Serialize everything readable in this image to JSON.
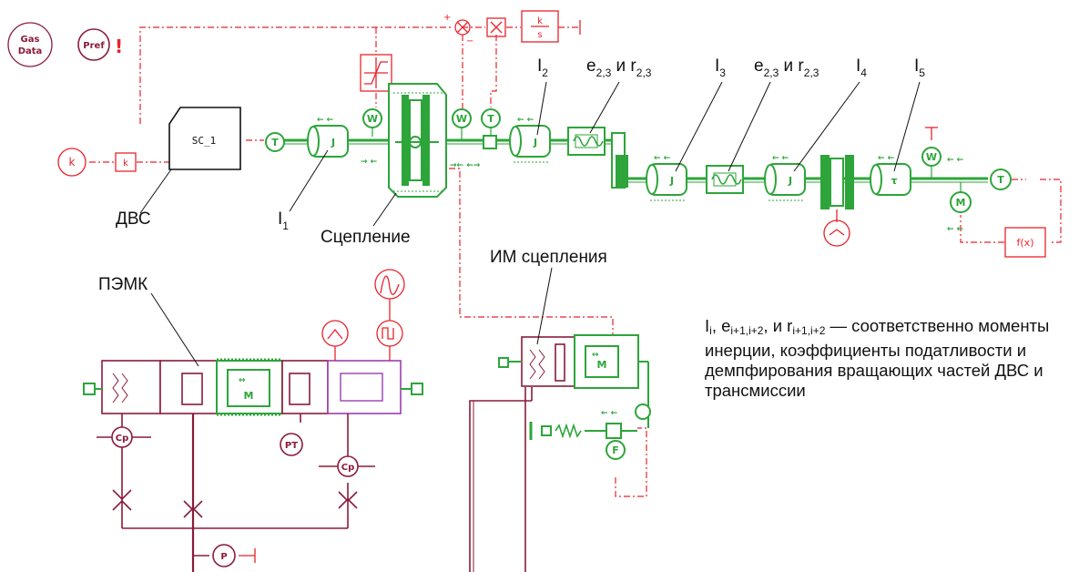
{
  "labels": {
    "engine": "ДВС",
    "clutch": "Сцепление",
    "pemk": "ПЭМК",
    "clutch_actuator": "ИМ сцепления",
    "inertia_1": "I",
    "inertia_1_sub": "1",
    "inertia_2": "I",
    "inertia_2_sub": "2",
    "inertia_3": "I",
    "inertia_3_sub": "3",
    "inertia_4": "I",
    "inertia_4_sub": "4",
    "inertia_5": "I",
    "inertia_5_sub": "5",
    "compliance_a": "e",
    "compliance_a_sub": "2,3",
    "compliance_a_mid": " и r",
    "compliance_a_sub2": "2,3",
    "compliance_b": "e",
    "compliance_b_sub": "2,3",
    "compliance_b_mid": " и r",
    "compliance_b_sub2": "2,3"
  },
  "blocks": {
    "engine_block": "SC_1",
    "gas_data": "Gas\nData",
    "gas_data_l1": "Gas",
    "gas_data_l2": "Data",
    "pref": "Pref",
    "pref_mark": "!",
    "constant_k": "k",
    "gain_k": "k",
    "integrator_num": "k",
    "integrator_den": "s",
    "function": "f(x)",
    "inertia_symbol": "J",
    "torque_source": "τ",
    "sensor_w": "W",
    "sensor_t": "T",
    "sensor_m": "M",
    "sensor_f": "F",
    "sensor_p": "P",
    "pressure_source": "Cp",
    "motor": "M",
    "pt_sensor": "PT"
  },
  "note": {
    "p1": "I",
    "p1_sub": "i",
    "p2": ", e",
    "p2_sub": "i+1,i+2",
    "p3": ", и r",
    "p3_sub": "i+1,i+2",
    "p4": " — соответственно моменты инерции, коэффициенты податливости и демпфирования вращающих частей ДВС и трансмиссии"
  },
  "colors": {
    "signal": "#e8232b",
    "mechanical": "#2da53a",
    "hydraulic": "#8a1b3a",
    "magnetic": "#9b3fb0"
  }
}
